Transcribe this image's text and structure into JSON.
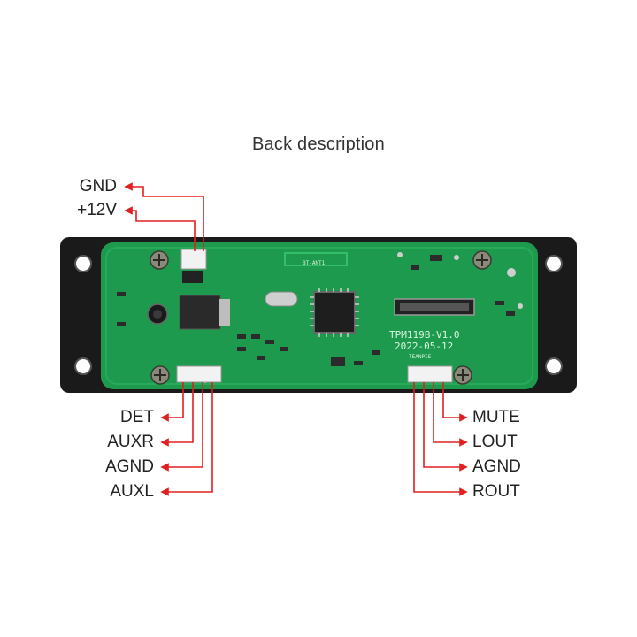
{
  "heading": "Back description",
  "colors": {
    "arrow": "#e02020",
    "board": "#1d9a4d",
    "bezel": "#1a1a1a",
    "label": "#222222"
  },
  "pins": {
    "top_left": [
      "GND",
      "+12V"
    ],
    "bottom_left": [
      "DET",
      "AUXR",
      "AGND",
      "AUXL"
    ],
    "bottom_right": [
      "MUTE",
      "LOUT",
      "AGND",
      "ROUT"
    ]
  },
  "board": {
    "model": "TPM119B-V1.0",
    "date": "2022-05-12",
    "maker": "TEANPIE",
    "antenna": "BT-ANT1"
  }
}
